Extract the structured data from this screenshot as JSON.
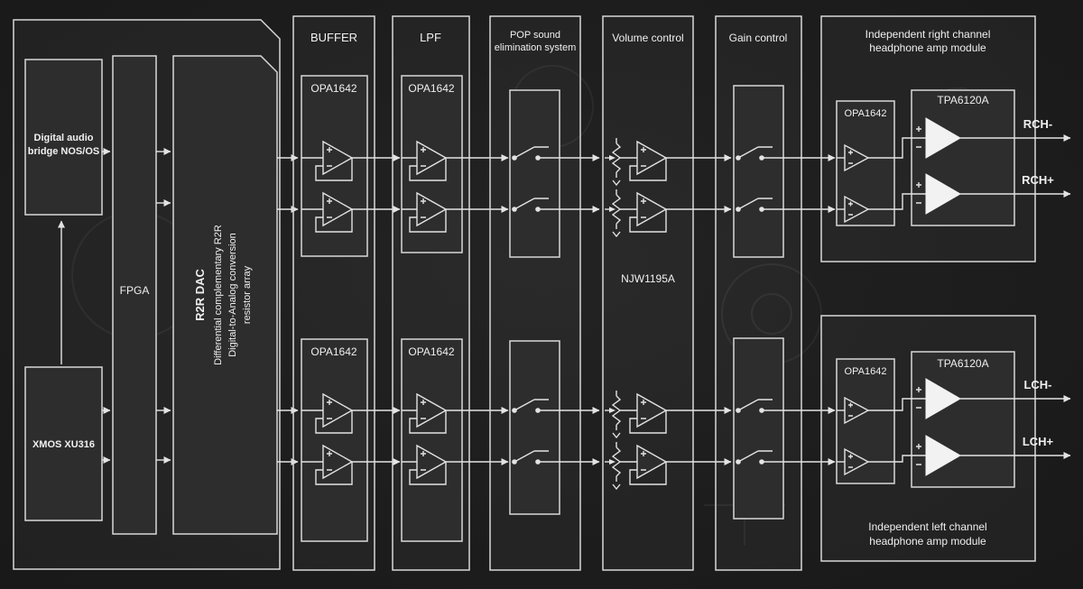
{
  "left": {
    "bridge_line1": "Digital audio",
    "bridge_line2": "bridge NOS/OS",
    "fpga": "FPGA",
    "r2r_line1": "R2R DAC",
    "r2r_line2": "Differential complementary R2R",
    "r2r_line3": "Digital-to-Analog conversion",
    "r2r_line4": "resistor array",
    "xmos": "XMOS XU316"
  },
  "buffer": {
    "title": "BUFFER",
    "chip_top": "OPA1642",
    "chip_bottom": "OPA1642"
  },
  "lpf": {
    "title": "LPF",
    "chip_top": "OPA1642",
    "chip_bottom": "OPA1642"
  },
  "pop": {
    "title1": "POP sound",
    "title2": "elimination system"
  },
  "volume": {
    "title": "Volume control",
    "chip": "NJW1195A"
  },
  "gain": {
    "title": "Gain control"
  },
  "right_module": {
    "title1": "Independent right channel",
    "title2": "headphone amp module",
    "opamp": "OPA1642",
    "amp": "TPA6120A",
    "out1": "RCH-",
    "out2": "RCH+"
  },
  "left_module": {
    "title1": "Independent left channel",
    "title2": "headphone amp module",
    "opamp": "OPA1642",
    "amp": "TPA6120A",
    "out1": "LCH-",
    "out2": "LCH+"
  }
}
